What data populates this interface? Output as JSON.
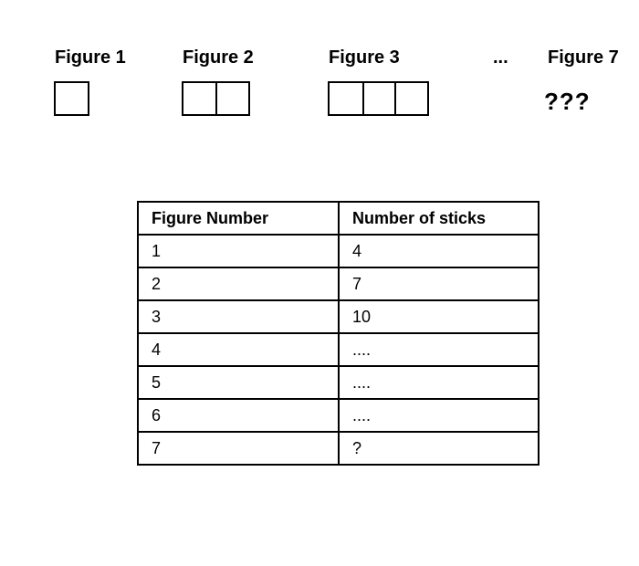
{
  "figures": {
    "figure1_label": "Figure 1",
    "figure2_label": "Figure 2",
    "figure3_label": "Figure 3",
    "ellipsis": "...",
    "figure7_label": "Figure 7",
    "figure7_unknown": "???",
    "square_counts": [
      1,
      2,
      3
    ]
  },
  "table": {
    "headers": [
      "Figure Number",
      "Number of sticks"
    ],
    "rows": [
      [
        "1",
        "4"
      ],
      [
        "2",
        "7"
      ],
      [
        "3",
        "10"
      ],
      [
        "4",
        "...."
      ],
      [
        "5",
        "...."
      ],
      [
        "6",
        "...."
      ],
      [
        "7",
        "?"
      ]
    ]
  }
}
